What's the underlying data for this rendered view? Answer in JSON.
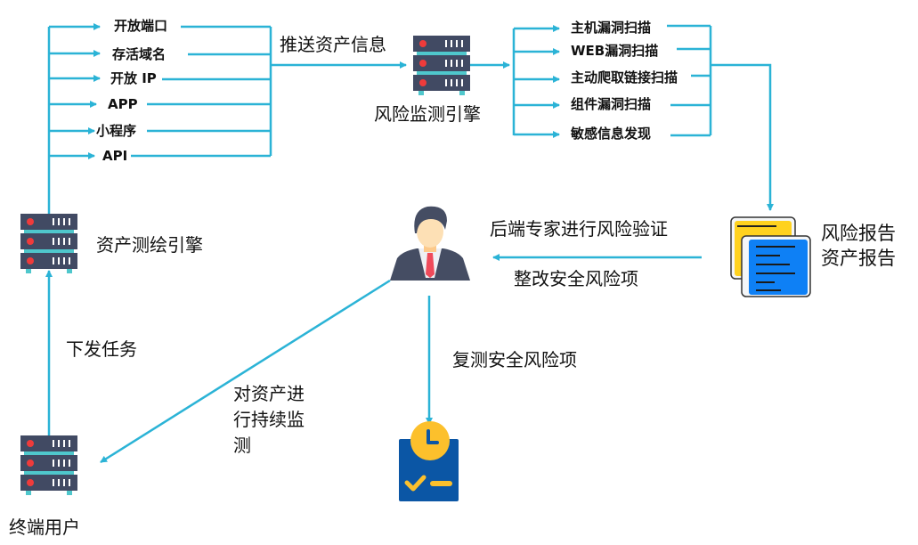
{
  "colors": {
    "line": "#2bb3d6",
    "server_body": "#414a63",
    "server_bar": "#4fc7cc",
    "server_led": "#ef3b3b",
    "doc_yellow": "#ffd21f",
    "doc_blue": "#0e80f5",
    "clipboard_blue": "#0b56a5",
    "clock_yellow": "#fcc02c",
    "person_suit": "#454d63",
    "person_tie": "#ef4a5a",
    "person_skin": "#fde0b5"
  },
  "asset_types": [
    "开放端口",
    "存活域名",
    "开放 IP",
    "APP",
    "小程序",
    "API"
  ],
  "push_label": "推送资产信息",
  "risk_engine_label": "风险监测引擎",
  "scan_types": [
    "主机漏洞扫描",
    "WEB漏洞扫描",
    "主动爬取链接扫描",
    "组件漏洞扫描",
    "敏感信息发现"
  ],
  "reports": [
    "风险报告",
    "资产报告"
  ],
  "expert_verify_label": "后端专家进行风险验证",
  "rectify_label": "整改安全风险项",
  "asset_engine_label": "资产测绘引擎",
  "dispatch_label": "下发任务",
  "monitor_label_lines": [
    "对资产进",
    "行持续监",
    "测"
  ],
  "retest_label": "复测安全风险项",
  "end_user_label": "终端用户"
}
